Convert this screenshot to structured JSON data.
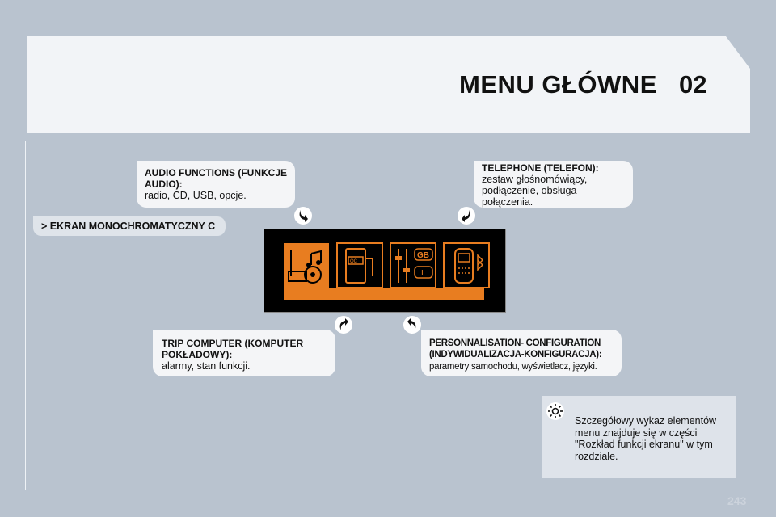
{
  "header": {
    "title": "MENU GŁÓWNE",
    "chapter": "02"
  },
  "section_tag": "> EKRAN MONOCHROMATYCZNY C",
  "boxes": {
    "audio": {
      "heading": "AUDIO FUNCTIONS (FUNKCJE AUDIO):",
      "body": "radio, CD, USB, opcje."
    },
    "telephone": {
      "heading": "TELEPHONE (TELEFON):",
      "body": "zestaw głośnomówiący, podłączenie, obsługa połączenia."
    },
    "trip": {
      "heading": "TRIP COMPUTER (KOMPUTER POKŁADOWY):",
      "body": "alarmy, stan funkcji."
    },
    "personalisation": {
      "heading_line1": "PERSONNALISATION- CONFIGURATION",
      "heading_line2": "(INDYWIDUALIZACJA-KONFIGURACJA):",
      "body": "parametry samochodu, wyświetlacz, języki."
    }
  },
  "screen_icons": {
    "lang_top": "GB",
    "lang_bottom": "I",
    "fuel_label": "OC",
    "icons": [
      "audio-icon",
      "trip-computer-icon",
      "settings-sliders-icon",
      "telephone-icon"
    ]
  },
  "note": {
    "text": "Szczegółowy wykaz elementów menu znajduje się w części \"Rozkład funkcji ekranu\" w tym rozdziale."
  },
  "page_number": "243",
  "colors": {
    "accent_orange": "#e87d20",
    "background": "#b9c3cf"
  }
}
